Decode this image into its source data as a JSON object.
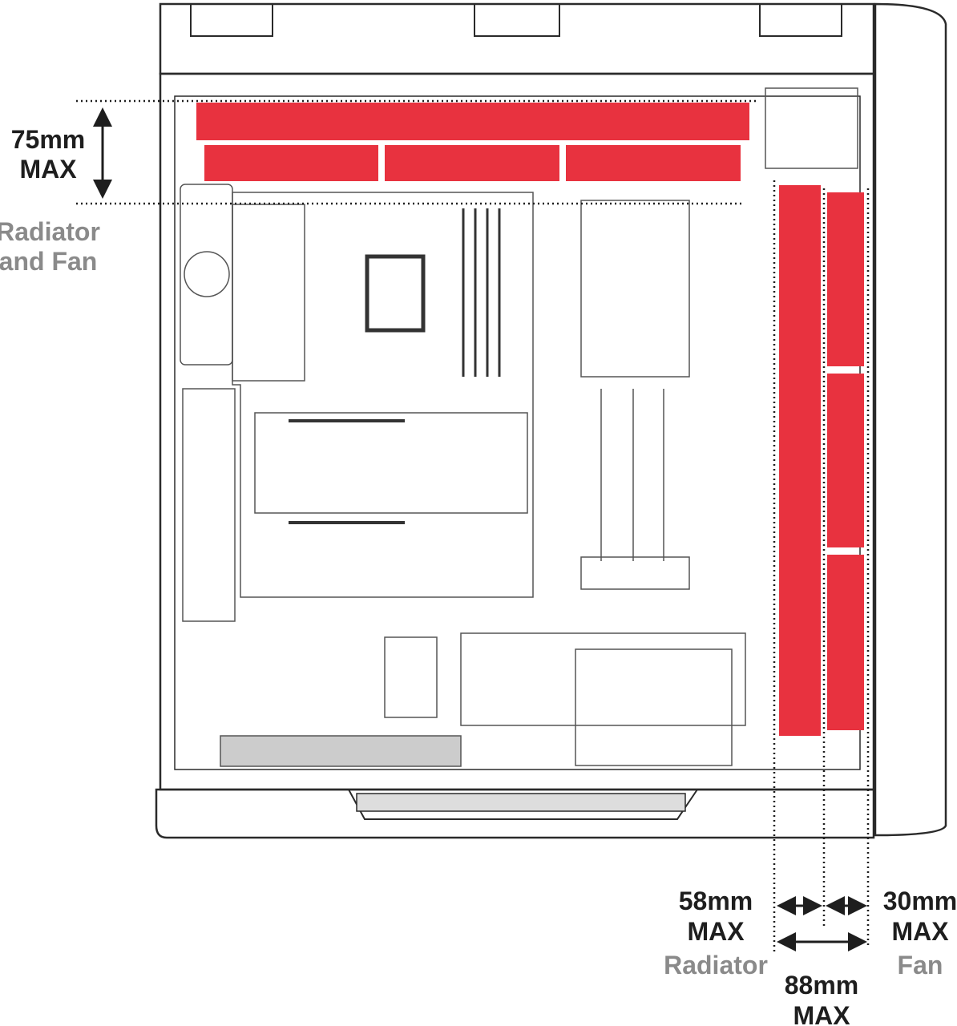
{
  "title": "Radiator and fan clearance diagram",
  "colors": {
    "clearance_zone": "#e8323f",
    "outline": "#2a2a2a",
    "label_dark": "#1e1e1e",
    "label_gray": "#8a8a8a"
  },
  "top_clearance": {
    "value": "75mm",
    "max": "MAX",
    "caption_line1": "Radiator",
    "caption_line2": "and Fan"
  },
  "front_radiator": {
    "value": "58mm",
    "max": "MAX",
    "caption": "Radiator"
  },
  "front_fan": {
    "value": "30mm",
    "max": "MAX",
    "caption": "Fan"
  },
  "front_total": {
    "value": "88mm",
    "max": "MAX"
  }
}
